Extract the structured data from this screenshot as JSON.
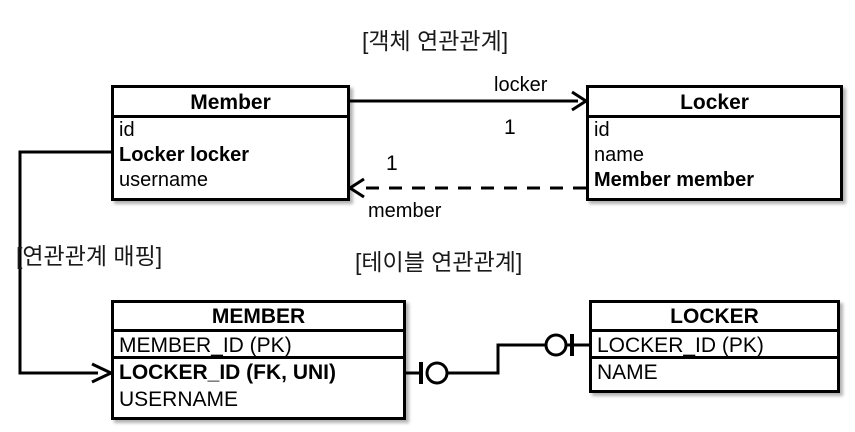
{
  "diagram": {
    "headings": {
      "object_association": "[객체 연관관계]",
      "table_association": "[테이블 연관관계]",
      "association_mapping": "[연관관계 매핑]"
    },
    "object_model": {
      "member_class": {
        "title": "Member",
        "fields": [
          {
            "name": "id",
            "bold": false
          },
          {
            "name": "Locker locker",
            "bold": true
          },
          {
            "name": "username",
            "bold": false
          }
        ]
      },
      "locker_class": {
        "title": "Locker",
        "fields": [
          {
            "name": "id",
            "bold": false
          },
          {
            "name": "name",
            "bold": false
          },
          {
            "name": "Member member",
            "bold": true
          }
        ]
      },
      "associations": [
        {
          "name": "locker",
          "from": "Member",
          "to": "Locker",
          "style": "solid",
          "multiplicity": "1"
        },
        {
          "name": "member",
          "from": "Locker",
          "to": "Member",
          "style": "dashed",
          "multiplicity": "1"
        }
      ]
    },
    "table_model": {
      "member_table": {
        "title": "MEMBER",
        "columns": [
          {
            "name": "MEMBER_ID (PK)",
            "bold": false,
            "separator": true
          },
          {
            "name": "LOCKER_ID (FK, UNI)",
            "bold": true,
            "separator": false
          },
          {
            "name": "USERNAME",
            "bold": false,
            "separator": false
          }
        ]
      },
      "locker_table": {
        "title": "LOCKER",
        "columns": [
          {
            "name": "LOCKER_ID (PK)",
            "bold": false,
            "separator": true
          },
          {
            "name": "NAME",
            "bold": false,
            "separator": false
          }
        ]
      },
      "relationship": {
        "left_cardinality": "zero-or-one",
        "right_cardinality": "zero-or-one"
      }
    },
    "colors": {
      "stroke": "#000000",
      "background": "#ffffff",
      "text": "#000000",
      "heading_text": "#1a1a1a"
    }
  }
}
